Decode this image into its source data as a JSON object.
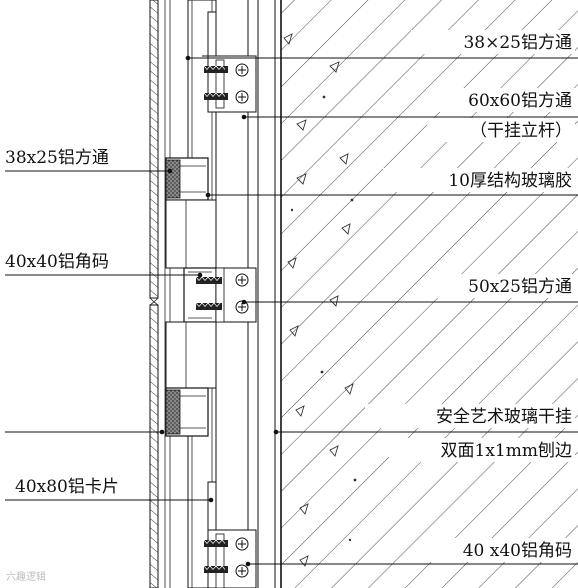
{
  "labels": {
    "right": [
      "38×25铝方通",
      "60x60铝方通",
      "（干挂立杆）",
      "10厚结构玻璃胶",
      "50x25铝方通",
      "安全艺术玻璃干挂",
      "双面1x1mm刨边",
      "40 x40铝角码"
    ],
    "left": [
      "38x25铝方通",
      "40x40铝角码",
      "40x80铝卡片"
    ]
  },
  "watermark": "六趣逻辑"
}
